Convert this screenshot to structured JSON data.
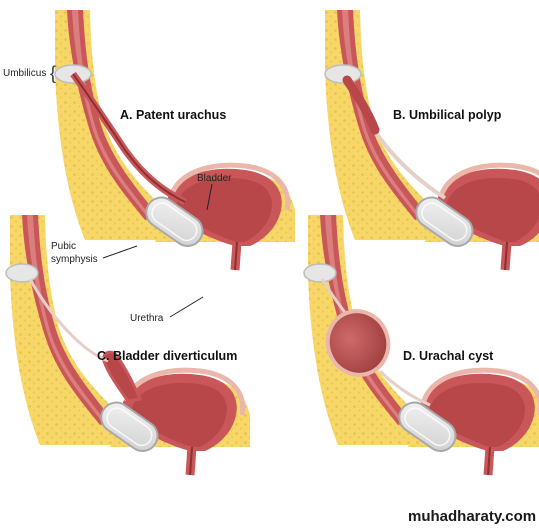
{
  "panels": [
    {
      "id": "A",
      "title": "A. Patent urachus"
    },
    {
      "id": "B",
      "title": "B. Umbilical polyp"
    },
    {
      "id": "C",
      "title": "C. Bladder diverticulum"
    },
    {
      "id": "D",
      "title": "D. Urachal cyst"
    }
  ],
  "labels": {
    "umbilicus": "Umbilicus",
    "bladder": "Bladder",
    "pubic_symphysis_line1": "Pubic",
    "pubic_symphysis_line2": "symphysis",
    "urethra": "Urethra"
  },
  "watermark": "muhadharaty.com",
  "colors": {
    "fat": "#f7d768",
    "fat_dot": "#e8c24a",
    "muscle": "#c9575a",
    "muscle_dark": "#8e2f31",
    "muscle_light": "#e08a87",
    "tissue": "#eab7aa",
    "lumen": "#b8474a",
    "bone": "#e6e6e6",
    "bone_edge": "#a9a9a9"
  }
}
